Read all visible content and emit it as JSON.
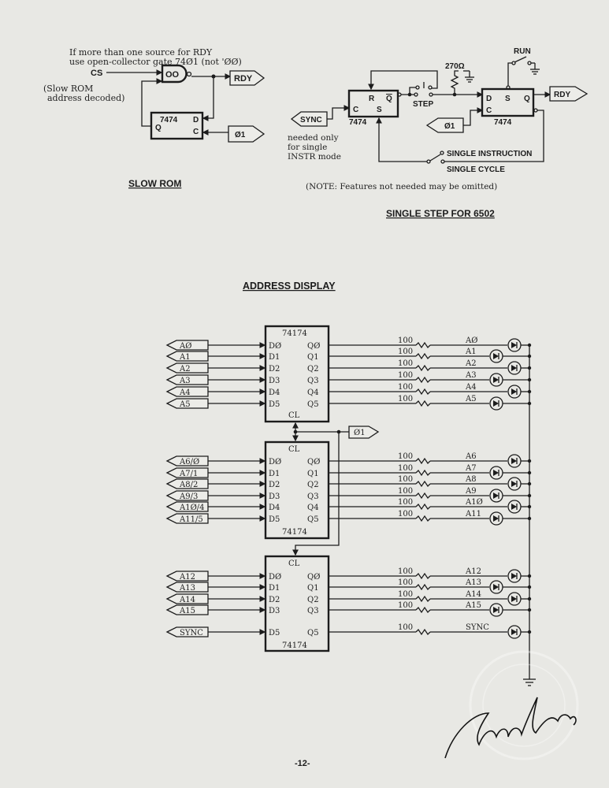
{
  "slow_rom": {
    "note_line1": "If more than one source for RDY",
    "note_line2": "use open-collector gate 74Ø1 (not 'ØØ)",
    "cs": "CS",
    "cs_note1": "(Slow ROM",
    "cs_note2": "address decoded)",
    "gate": "OO",
    "rdy": "RDY",
    "chip": "7474",
    "pin_q": "Q",
    "pin_d": "D",
    "pin_c": "C",
    "phi1": "Ø1",
    "title": "SLOW ROM"
  },
  "single_step": {
    "sync": "SYNC",
    "ff1_chip": "7474",
    "ff1_r": "R",
    "ff1_qbar": "Q",
    "ff1_c": "C",
    "ff1_s": "S",
    "step": "STEP",
    "resistor": "270Ω",
    "run": "RUN",
    "ff2_chip": "7474",
    "ff2_d": "D",
    "ff2_s": "S",
    "ff2_q": "Q",
    "ff2_c": "C",
    "rdy": "RDY",
    "phi1": "Ø1",
    "sync_note1": "needed only",
    "sync_note2": "for single",
    "sync_note3": "INSTR mode",
    "single_instruction": "SINGLE INSTRUCTION",
    "single_cycle": "SINGLE CYCLE",
    "note": "(NOTE:  Features not needed may be omitted)",
    "title": "SINGLE STEP FOR 6502"
  },
  "address_display": {
    "title": "ADDRESS DISPLAY",
    "clock": "Ø1",
    "chips": [
      {
        "name": "74174",
        "cl": "CL",
        "d_pins": [
          "DØ",
          "D1",
          "D2",
          "D3",
          "D4",
          "D5"
        ],
        "q_pins": [
          "QØ",
          "Q1",
          "Q2",
          "Q3",
          "Q4",
          "Q5"
        ],
        "inputs": [
          "AØ",
          "A1",
          "A2",
          "A3",
          "A4",
          "A5"
        ],
        "resistors": [
          "100",
          "100",
          "100",
          "100",
          "100",
          "100"
        ],
        "outputs": [
          "AØ",
          "A1",
          "A2",
          "A3",
          "A4",
          "A5"
        ]
      },
      {
        "name": "74174",
        "cl": "CL",
        "d_pins": [
          "DØ",
          "D1",
          "D2",
          "D3",
          "D4",
          "D5"
        ],
        "q_pins": [
          "QØ",
          "Q1",
          "Q2",
          "Q3",
          "Q4",
          "Q5"
        ],
        "inputs": [
          "A6/Ø",
          "A7/1",
          "A8/2",
          "A9/3",
          "A1Ø/4",
          "A11/5"
        ],
        "resistors": [
          "100",
          "100",
          "100",
          "100",
          "100",
          "100"
        ],
        "outputs": [
          "A6",
          "A7",
          "A8",
          "A9",
          "A1Ø",
          "A11"
        ]
      },
      {
        "name": "74174",
        "cl": "CL",
        "d_pins": [
          "DØ",
          "D1",
          "D2",
          "D3",
          "D5"
        ],
        "q_pins": [
          "QØ",
          "Q1",
          "Q2",
          "Q3",
          "Q5"
        ],
        "inputs": [
          "A12",
          "A13",
          "A14",
          "A15",
          "SYNC"
        ],
        "resistors": [
          "100",
          "100",
          "100",
          "100",
          "100"
        ],
        "outputs": [
          "A12",
          "A13",
          "A14",
          "A15",
          "SYNC"
        ]
      }
    ]
  },
  "page_number": "-12-",
  "signature": "signature"
}
